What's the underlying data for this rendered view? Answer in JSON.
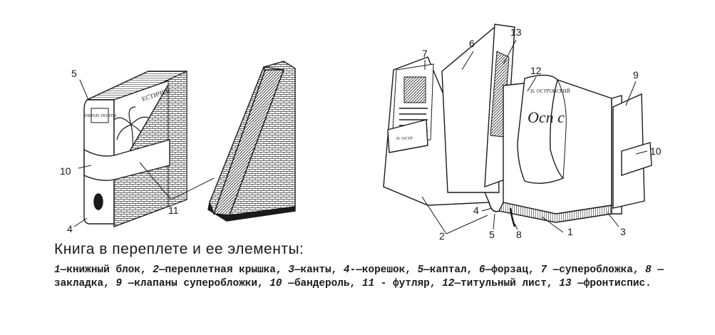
{
  "callouts": {
    "left": {
      "n4": "4",
      "n5": "5",
      "n10": "10",
      "n11": "11"
    },
    "right": {
      "n1": "1",
      "n2": "2",
      "n3": "3",
      "n4": "4",
      "n5": "5",
      "n6": "6",
      "n7": "7",
      "n8": "8",
      "n9": "9",
      "n10": "10",
      "n12": "12",
      "n13": "13"
    }
  },
  "book_texts": {
    "left_spine": "ИЗБРАН. ПОЭТЫ",
    "left_cover": "ЕСТИЧЕВ",
    "right_title_small": "Н. ОСТРОВСКИЙ",
    "right_title_big": "Осп с",
    "jacket_flap": "Н. ОСТР"
  },
  "caption": {
    "title": "Книга в переплете и ее элементы:",
    "items": [
      {
        "num": "1",
        "text": "—книжный блок, "
      },
      {
        "num": "2",
        "text": "—переплетная крышка, "
      },
      {
        "num": "3",
        "text": "—канты, "
      },
      {
        "num": "4",
        "text": "-—корешок, "
      },
      {
        "num": "5",
        "text": "—каптал, "
      },
      {
        "num": "6",
        "text": "—форзац, "
      },
      {
        "num": "7",
        "text": " —суперобложка, "
      },
      {
        "num": "8",
        "text": " —закладка, "
      },
      {
        "num": "9",
        "text": " —клапаны суперобложки, "
      },
      {
        "num": "10",
        "text": " —бандероль, "
      },
      {
        "num": "11",
        "text": " - футляр, "
      },
      {
        "num": "12",
        "text": "—титульный лист, "
      },
      {
        "num": "13",
        "text": " —фронтиспис."
      }
    ]
  }
}
